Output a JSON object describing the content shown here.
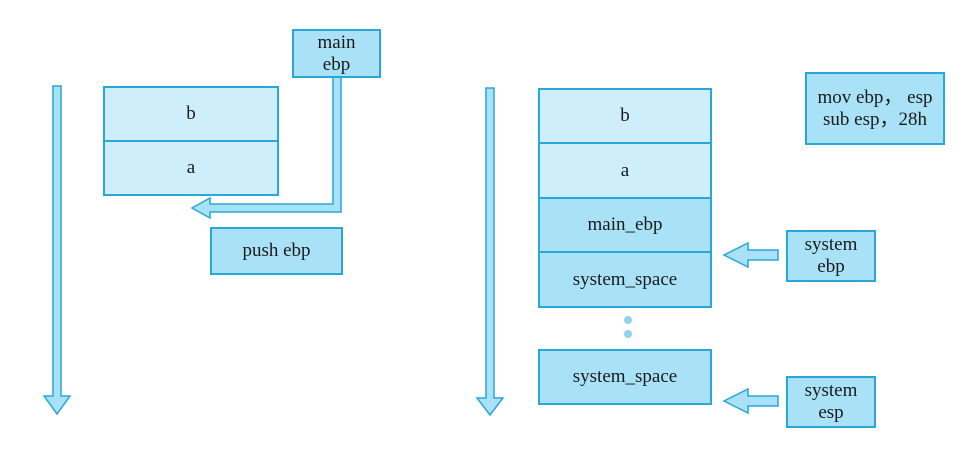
{
  "left": {
    "stack": [
      "b",
      "a"
    ],
    "main_ebp_label": [
      "main",
      "ebp"
    ],
    "instruction": "push ebp"
  },
  "right": {
    "stack_top": [
      "b",
      "a",
      "main_ebp",
      "system_space"
    ],
    "stack_bottom": "system_space",
    "instructions": [
      "mov ebp， esp",
      "sub esp，28h"
    ],
    "system_ebp_label": [
      "system",
      "ebp"
    ],
    "system_esp_label": [
      "system",
      "esp"
    ]
  },
  "colors": {
    "border": "#29a8d8",
    "light_fill": "#cdeefa",
    "mid_fill": "#a9e2f6",
    "arrow_fill": "#a9e2f6"
  }
}
